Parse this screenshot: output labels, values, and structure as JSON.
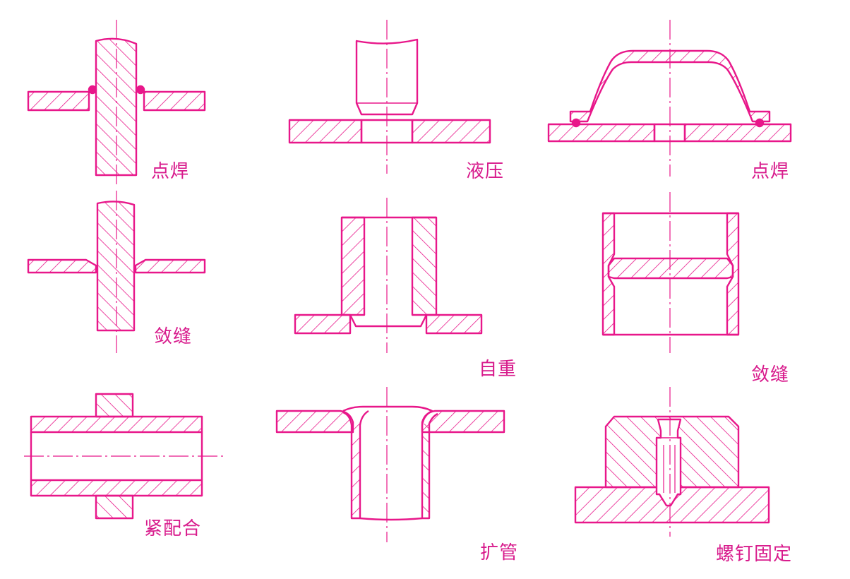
{
  "colors": {
    "line": "#e8178a",
    "label": "#d81b8c",
    "background": "#ffffff",
    "centerline": "#e8178a"
  },
  "labels": {
    "spot_welding_1": "点焊",
    "hydraulic_press": "液压",
    "spot_welding_2": "点焊",
    "caulking_1": "敛缝",
    "self_weight": "自重",
    "caulking_2": "敛缝",
    "tight_fit": "紧配合",
    "tube_expansion": "扩管",
    "screw_fixing": "螺钉固定"
  }
}
